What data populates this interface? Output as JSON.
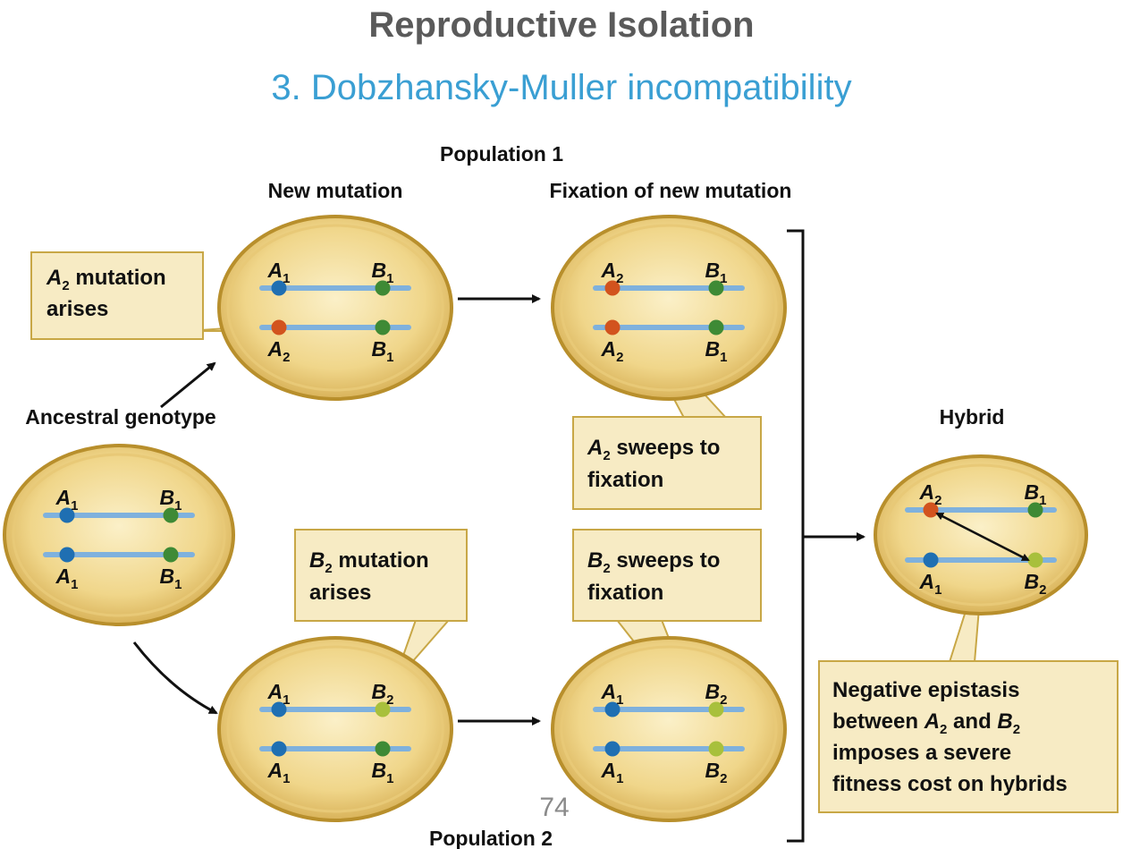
{
  "slide": {
    "title": "Reproductive Isolation",
    "subtitle": "3.  Dobzhansky-Muller incompatibility",
    "page_number": "74"
  },
  "diagram": {
    "population1_label": "Population 1",
    "population2_label": "Population 2",
    "new_mutation_label": "New mutation",
    "fixation_label": "Fixation of new mutation",
    "ancestral_label": "Ancestral genotype",
    "hybrid_label": "Hybrid",
    "callouts": {
      "a2_arises": {
        "allele": "A",
        "sub": "2",
        "rest": " mutation",
        "line2": "arises"
      },
      "b2_arises": {
        "allele": "B",
        "sub": "2",
        "rest": " mutation",
        "line2": "arises"
      },
      "a2_sweeps": {
        "allele": "A",
        "sub": "2",
        "rest": " sweeps to",
        "line2": "fixation"
      },
      "b2_sweeps": {
        "allele": "B",
        "sub": "2",
        "rest": " sweeps to",
        "line2": "fixation"
      },
      "epistasis": {
        "line1": "Negative epistasis",
        "line2_pre": "between ",
        "a": "A",
        "a_sub": "2",
        "mid": " and ",
        "b": "B",
        "b_sub": "2",
        "line3": "imposes a severe",
        "line4": "fitness cost on hybrids"
      }
    },
    "cells": {
      "ancestral": {
        "top": {
          "a": "1",
          "b": "1"
        },
        "bottom": {
          "a": "1",
          "b": "1"
        }
      },
      "pop1_new": {
        "top": {
          "a": "1",
          "b": "1"
        },
        "bottom": {
          "a": "2",
          "b": "1"
        }
      },
      "pop1_fixed": {
        "top": {
          "a": "2",
          "b": "1"
        },
        "bottom": {
          "a": "2",
          "b": "1"
        }
      },
      "pop2_new": {
        "top": {
          "a": "1",
          "b": "2"
        },
        "bottom": {
          "a": "1",
          "b": "1"
        }
      },
      "pop2_fixed": {
        "top": {
          "a": "1",
          "b": "2"
        },
        "bottom": {
          "a": "1",
          "b": "2"
        }
      },
      "hybrid": {
        "top": {
          "a": "2",
          "b": "1"
        },
        "bottom": {
          "a": "1",
          "b": "2"
        }
      }
    },
    "colors": {
      "A1": "#1f6fb2",
      "A2": "#d2531e",
      "B1": "#3e8a35",
      "B2": "#a8c03c",
      "chromosome": "#7fb1dd",
      "cell_fill": "#f2d98c",
      "cell_edge": "#b88f2c",
      "callout_fill": "#f7ebc4",
      "callout_edge": "#c8a746"
    }
  }
}
